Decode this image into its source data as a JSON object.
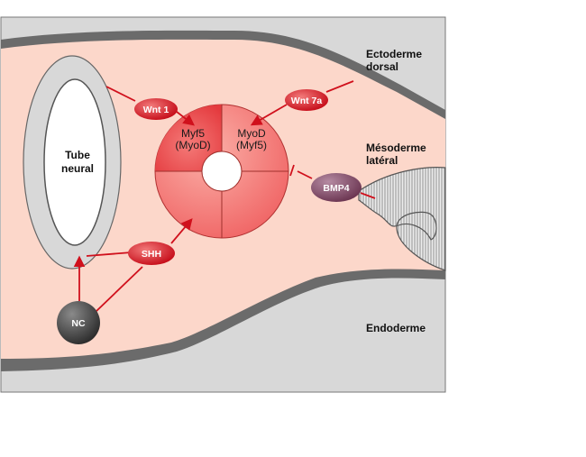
{
  "labels": {
    "tube_neural_line1": "Tube",
    "tube_neural_line2": "neural",
    "ectoderme_line1": "Ectoderme",
    "ectoderme_line2": "dorsal",
    "mesoderme_line1": "Mésoderme",
    "mesoderme_line2": "latéral",
    "endoderme": "Endoderme"
  },
  "signals": {
    "wnt1": "Wnt 1",
    "wnt7a": "Wnt 7a",
    "shh": "SHH",
    "bmp4": "BMP4",
    "nc": "NC"
  },
  "somite": {
    "left_line1": "Myf5",
    "left_line2": "(MyoD)",
    "right_line1": "MyoD",
    "right_line2": "(Myf5)"
  },
  "colors": {
    "background_tissue": "#fcd7ca",
    "outer_band": "#d7d7d7",
    "band_edge": "#555555",
    "signal_red": "#d6101e",
    "arrow_red": "#d0101c",
    "bmp4_purple": "#8c4a6a",
    "nc_dark": "#444444",
    "somite_pink": "#f26a6a"
  }
}
